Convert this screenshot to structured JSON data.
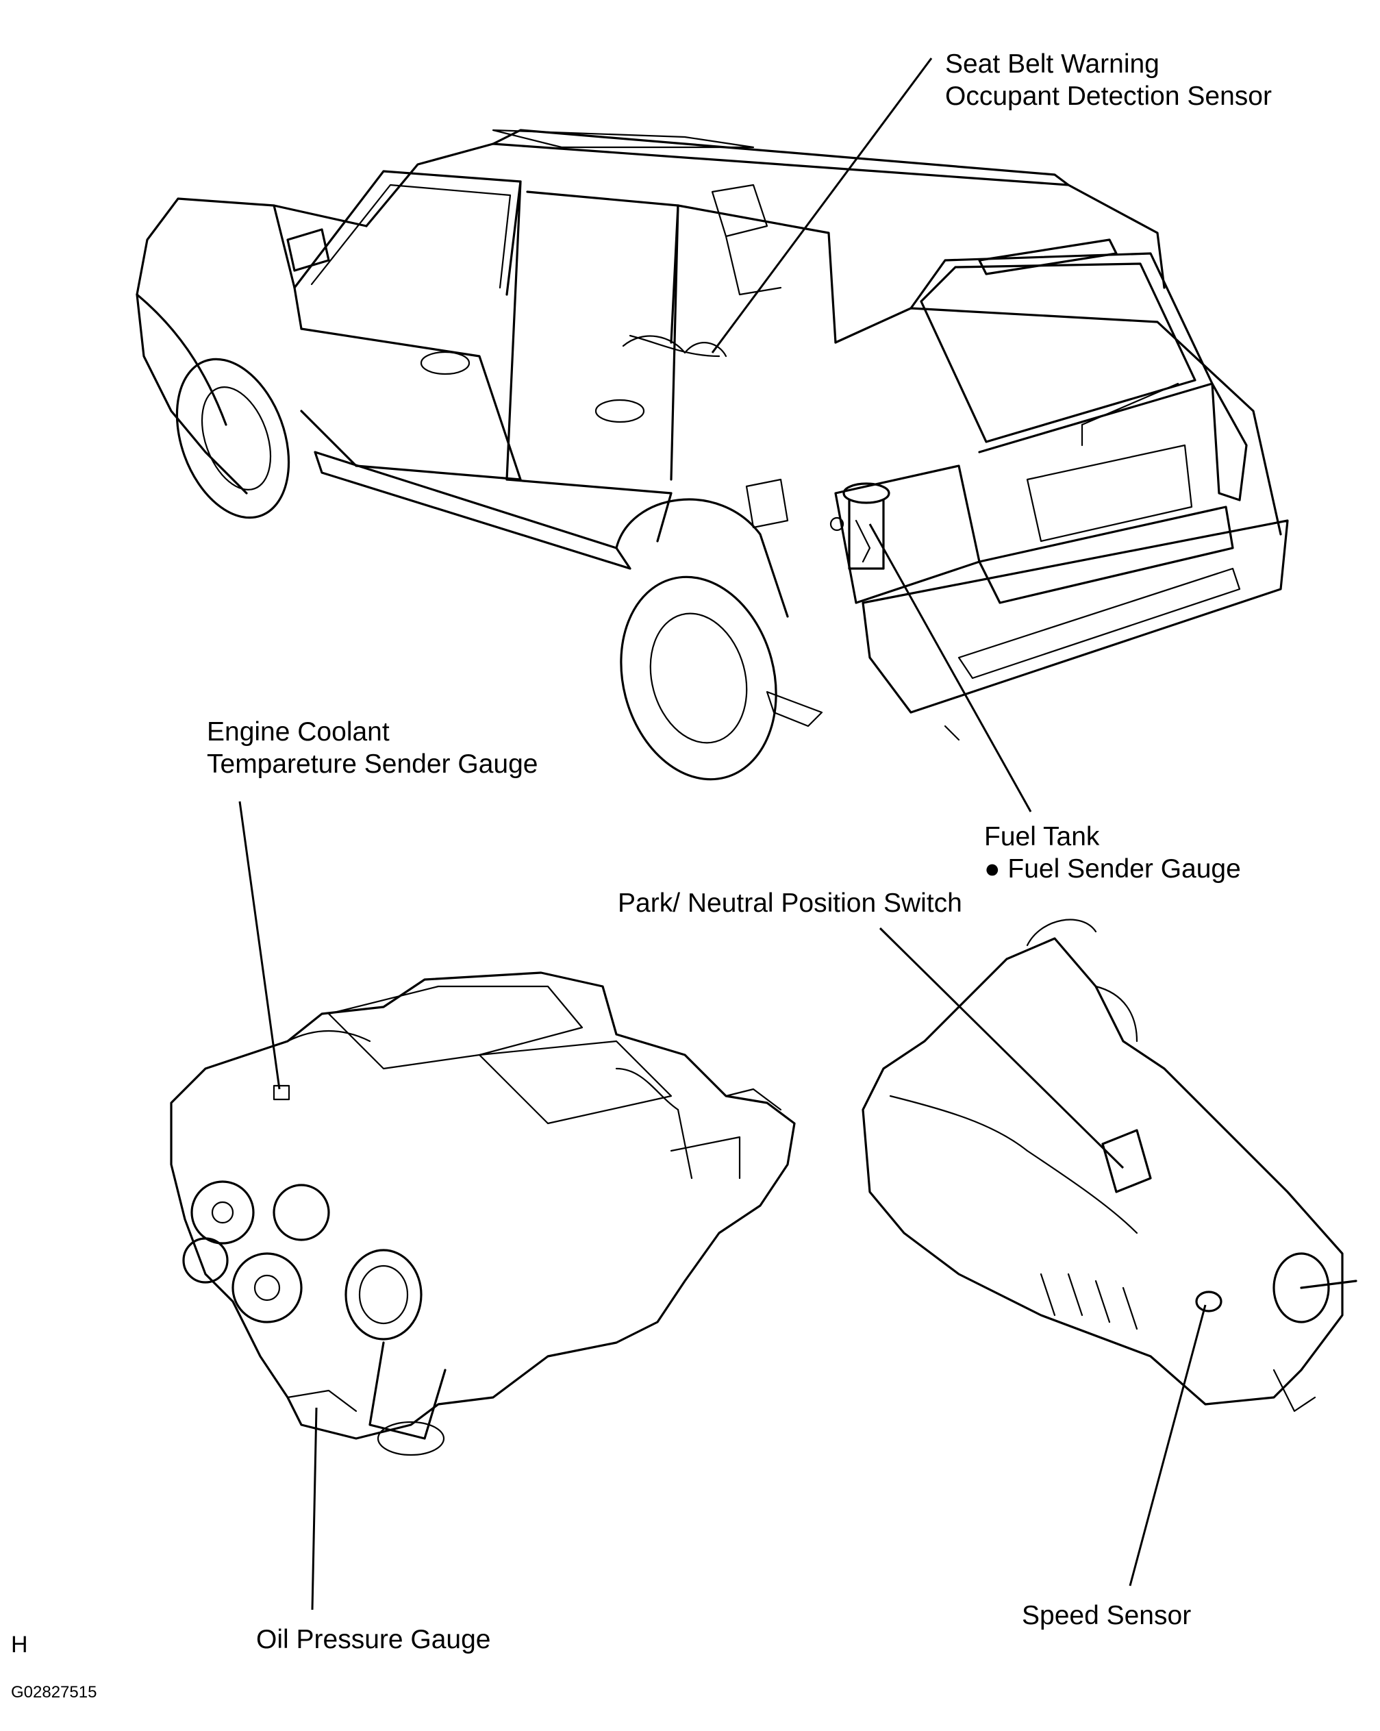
{
  "labels": {
    "seatbelt_line1": "Seat Belt Warning",
    "seatbelt_line2": "Occupant Detection Sensor",
    "coolant_line1": "Engine Coolant",
    "coolant_line2": "Tempareture Sender Gauge",
    "fuel_tank": "Fuel Tank",
    "fuel_sender": "Fuel Sender Gauge",
    "park_neutral": "Park/ Neutral Position Switch",
    "oil_pressure": "Oil Pressure Gauge",
    "speed_sensor": "Speed Sensor"
  },
  "bullet_glyph": "●",
  "corner_letter": "H",
  "figure_code": "G02827515"
}
